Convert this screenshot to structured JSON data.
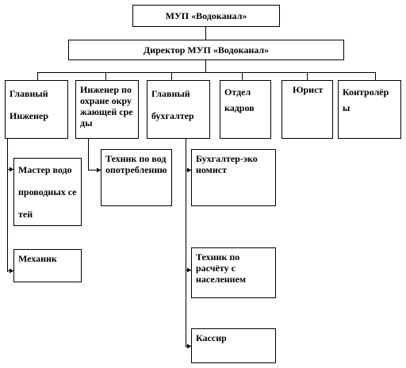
{
  "org": {
    "root": "МУП «Водоканал»",
    "director": "Директор МУП «Водоканал»",
    "departments": [
      {
        "id": "chief-engineer",
        "label": "Главный Инженер"
      },
      {
        "id": "eco-engineer",
        "label": "Инженер по охране окружающей среды"
      },
      {
        "id": "chief-accountant",
        "label": "Главный бухгалтер"
      },
      {
        "id": "hr",
        "label": "Отдел кадров"
      },
      {
        "id": "lawyer",
        "label": "Юрист"
      },
      {
        "id": "controllers",
        "label": "Контролёры"
      }
    ],
    "subordinates": {
      "water_master": "Мастер водопроводных сетей",
      "mechanic": "Механик",
      "water_tech": "Техник по водопотреблению",
      "accountant_economist": "Бухгалтер-экономист",
      "settlement_tech": "Техник по расчёту с населением",
      "cashier": "Кассир"
    }
  }
}
